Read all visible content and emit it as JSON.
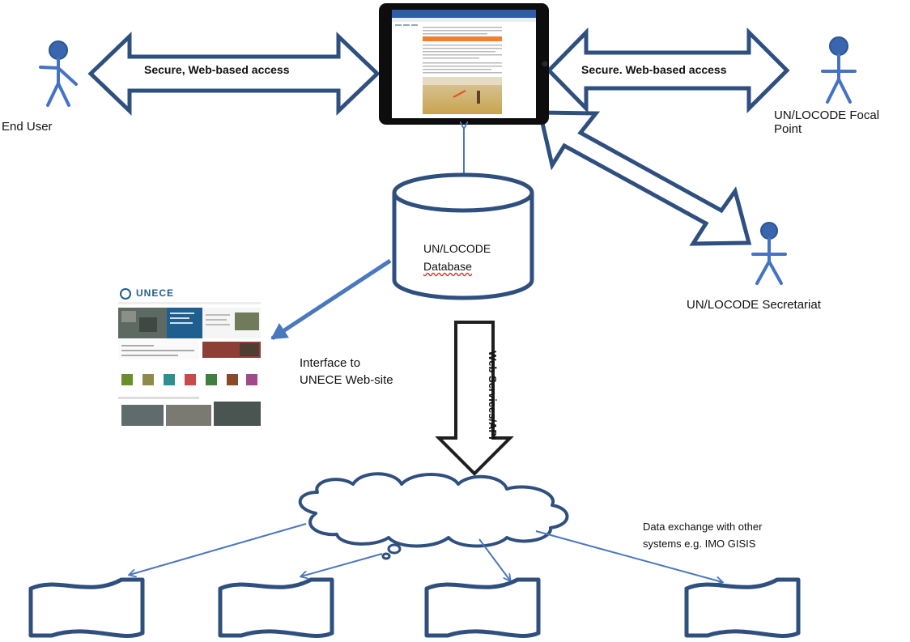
{
  "colors": {
    "outline": "#2f4f7f",
    "actor": "#4472c4",
    "actor_head": "#3a66b0",
    "line": "#4a78bf",
    "tablet_frame": "#0d0d0d",
    "banner_orange": "#f08030",
    "unece_blue": "#1f5f8f",
    "spell_underline": "#d33"
  },
  "actors": {
    "end_user": "End User",
    "focal_point": "UN/LOCODE Focal Point",
    "secretariat": "UN/LOCODE Secretariat"
  },
  "arrows": {
    "left_access": "Secure, Web-based access",
    "right_access": "Secure. Web-based access",
    "web_services": "Web Services/API"
  },
  "database": {
    "line1": "UN/LOCODE",
    "line2": "Database"
  },
  "unece_site": {
    "logo_text": "UNECE",
    "caption_line1": "Interface to",
    "caption_line2": "UNECE Web-site"
  },
  "data_exchange": {
    "line1": "Data exchange with other",
    "line2": "systems e.g. IMO GISIS"
  },
  "icons": {
    "actor": "person-icon",
    "database": "database-cylinder-icon",
    "cloud": "network-cloud-icon",
    "document": "document-store-icon",
    "tablet": "tablet-device-icon"
  }
}
